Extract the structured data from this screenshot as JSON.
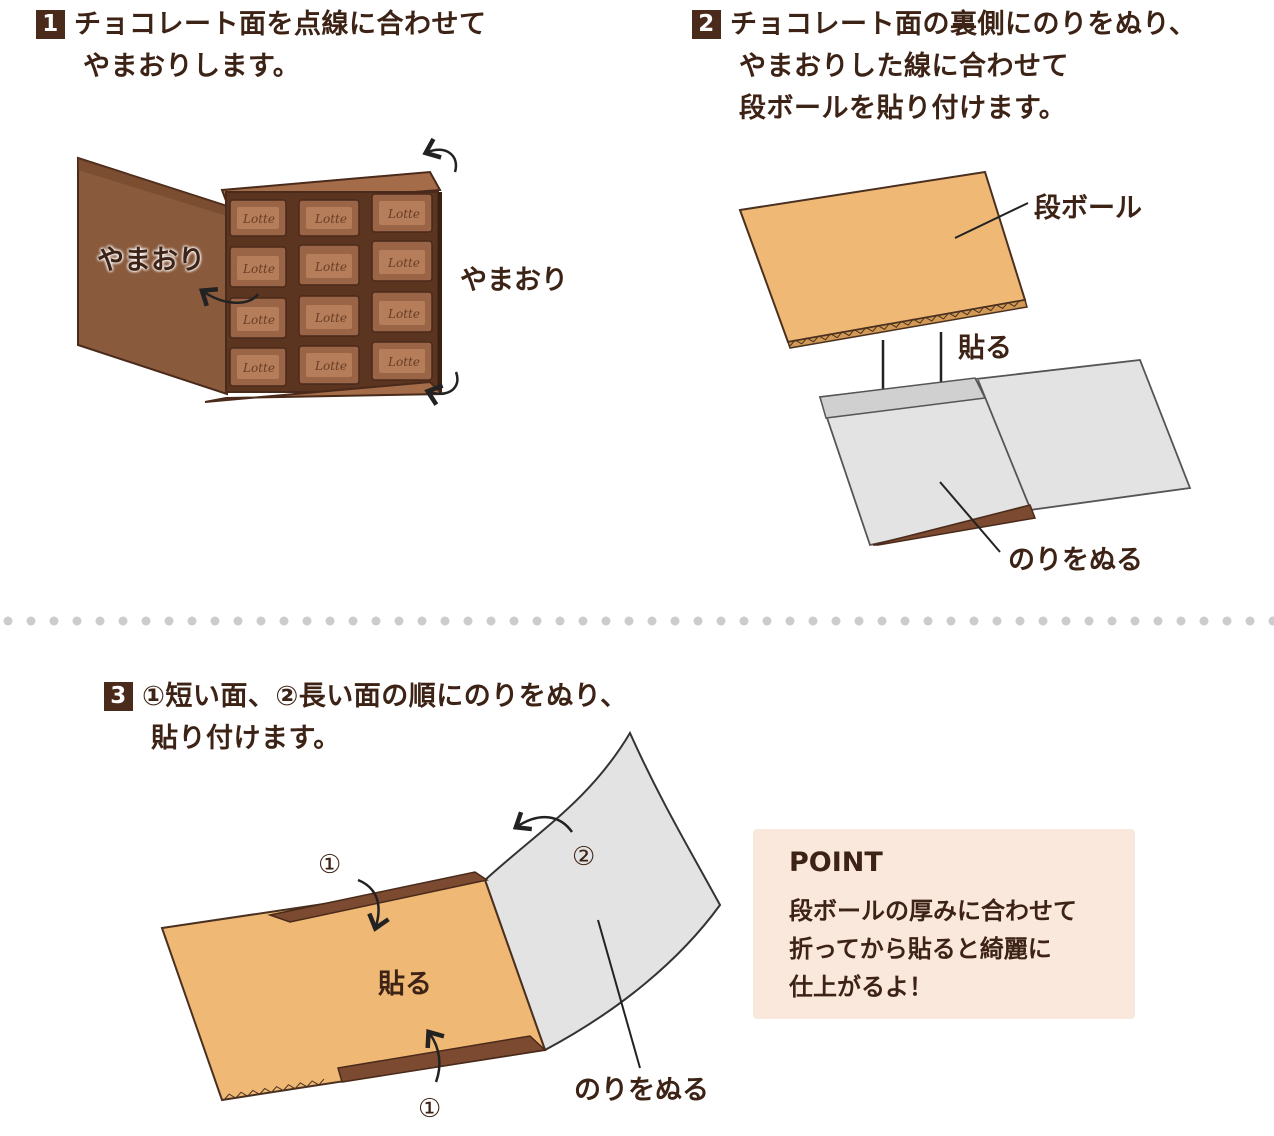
{
  "steps": [
    {
      "number": "1",
      "lines": [
        "チョコレート面を点線に合わせて",
        "やまおりします。"
      ]
    },
    {
      "number": "2",
      "lines": [
        "チョコレート面の裏側にのりをぬり、",
        "やまおりした線に合わせて",
        "段ボールを貼り付けます。"
      ]
    },
    {
      "number": "3",
      "lines": [
        "①短い面、②長い面の順にのりをぬり、",
        "貼り付けます。"
      ]
    }
  ],
  "step1_labels": {
    "fold_left": "やまおり",
    "fold_right": "やまおり",
    "logo_text": "Lotte"
  },
  "step2_labels": {
    "cardboard": "段ボール",
    "attach": "貼る",
    "glue": "のりをぬる"
  },
  "step3_labels": {
    "circle_one_top": "①",
    "circle_one_bottom": "①",
    "circle_two": "②",
    "attach": "貼る",
    "glue": "のりをぬる"
  },
  "point": {
    "title": "POINT",
    "lines": [
      "段ボールの厚みに合わせて",
      "折ってから貼ると綺麗に",
      "仕上がるよ！"
    ]
  },
  "colors": {
    "chocolate": "#8a5a3c",
    "chocolate_dark": "#5c3520",
    "cardboard": "#efb874",
    "glue": "#7b4a30",
    "gray_panel": "#e3e3e3",
    "point_bg": "#fbe8dc",
    "text": "#3d2316",
    "dots": "#cccccc"
  }
}
